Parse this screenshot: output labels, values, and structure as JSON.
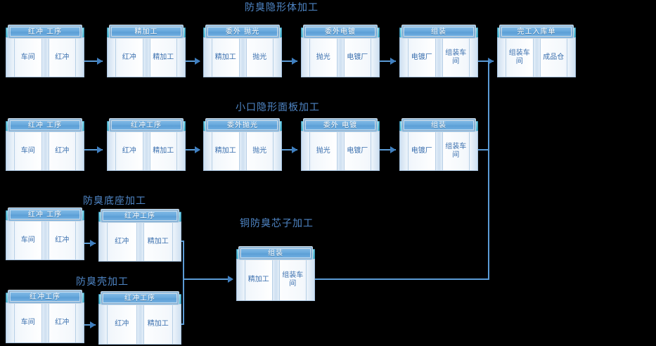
{
  "diagram": {
    "background": "#000000",
    "accent": "#5b9bd5",
    "title_color": "#4f86c6",
    "label_color": "#3a6fae"
  },
  "sections": [
    {
      "id": "row1",
      "title": "防臭隐形体加工"
    },
    {
      "id": "row2",
      "title": "小口隐形面板加工"
    },
    {
      "id": "row3",
      "title": "防臭底座加工"
    },
    {
      "id": "row4",
      "title": "防臭壳加工"
    },
    {
      "id": "center",
      "title": "铜防臭芯子加工"
    }
  ],
  "boxes": {
    "r1b1": {
      "header": "红冲 工序",
      "left": "车间",
      "right": "红冲"
    },
    "r1b2": {
      "header": "精加工",
      "left": "红冲",
      "right": "精加工"
    },
    "r1b3": {
      "header": "委外 抛光",
      "left": "精加工",
      "right": "抛光"
    },
    "r1b4": {
      "header": "委外电镀",
      "left": "抛光",
      "right": "电镀厂"
    },
    "r1b5": {
      "header": "组装",
      "left": "电镀厂",
      "right": "组装车间"
    },
    "r1b6": {
      "header": "完工入库单",
      "left": "组装车间",
      "right": "成品仓"
    },
    "r2b1": {
      "header": "红冲 工序",
      "left": "车间",
      "right": "红冲"
    },
    "r2b2": {
      "header": "红冲工序",
      "left": "红冲",
      "right": "精加工"
    },
    "r2b3": {
      "header": "委外抛光",
      "left": "精加工",
      "right": "抛光"
    },
    "r2b4": {
      "header": "委外 电镀",
      "left": "抛光",
      "right": "电镀厂"
    },
    "r2b5": {
      "header": "组装",
      "left": "电镀厂",
      "right": "组装车间"
    },
    "r3b1": {
      "header": "红冲 工序",
      "left": "车间",
      "right": "红冲"
    },
    "r3b2": {
      "header": "红冲工序",
      "left": "红冲",
      "right": "精加工"
    },
    "r4b1": {
      "header": "红冲工序",
      "left": "车间",
      "right": "红冲"
    },
    "r4b2": {
      "header": "红冲工序",
      "left": "红冲",
      "right": "精加工"
    },
    "cb1": {
      "header": "组装",
      "left": "精加工",
      "right": "组装车间"
    }
  }
}
